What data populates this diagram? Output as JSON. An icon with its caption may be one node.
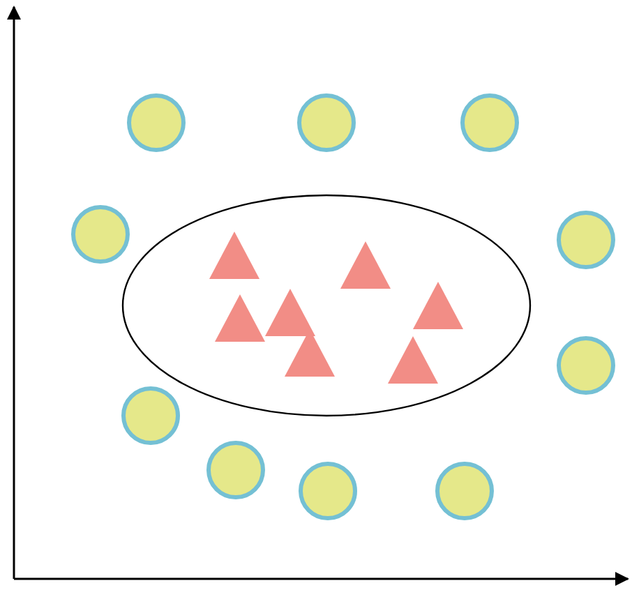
{
  "diagram": {
    "nodes": [
      {
        "text": [],
        "shape": "circle"
      },
      {
        "text": [],
        "shape": "circle"
      },
      {
        "text": [],
        "shape": "circle"
      },
      {
        "text": [],
        "shape": "ellipse"
      },
      {
        "text": [],
        "shape": "triangle",
        "in": 3
      },
      {
        "text": [],
        "shape": "triangle",
        "in": 3
      },
      {
        "text": [],
        "shape": "triangle",
        "in": 3
      },
      {
        "text": [],
        "shape": "triangle",
        "in": 3
      },
      {
        "text": [],
        "shape": "triangle",
        "in": 3
      },
      {
        "text": [],
        "shape": "triangle",
        "in": 3
      },
      {
        "text": [],
        "shape": "triangle",
        "in": 3
      },
      {
        "text": [],
        "shape": "circle"
      },
      {
        "text": [],
        "shape": "circle"
      },
      {
        "text": [],
        "shape": "circle"
      },
      {
        "text": [],
        "shape": "circle"
      },
      {
        "text": [],
        "shape": "circle"
      },
      {
        "text": [],
        "shape": "circle"
      },
      {
        "text": [],
        "shape": "circle"
      }
    ]
  }
}
